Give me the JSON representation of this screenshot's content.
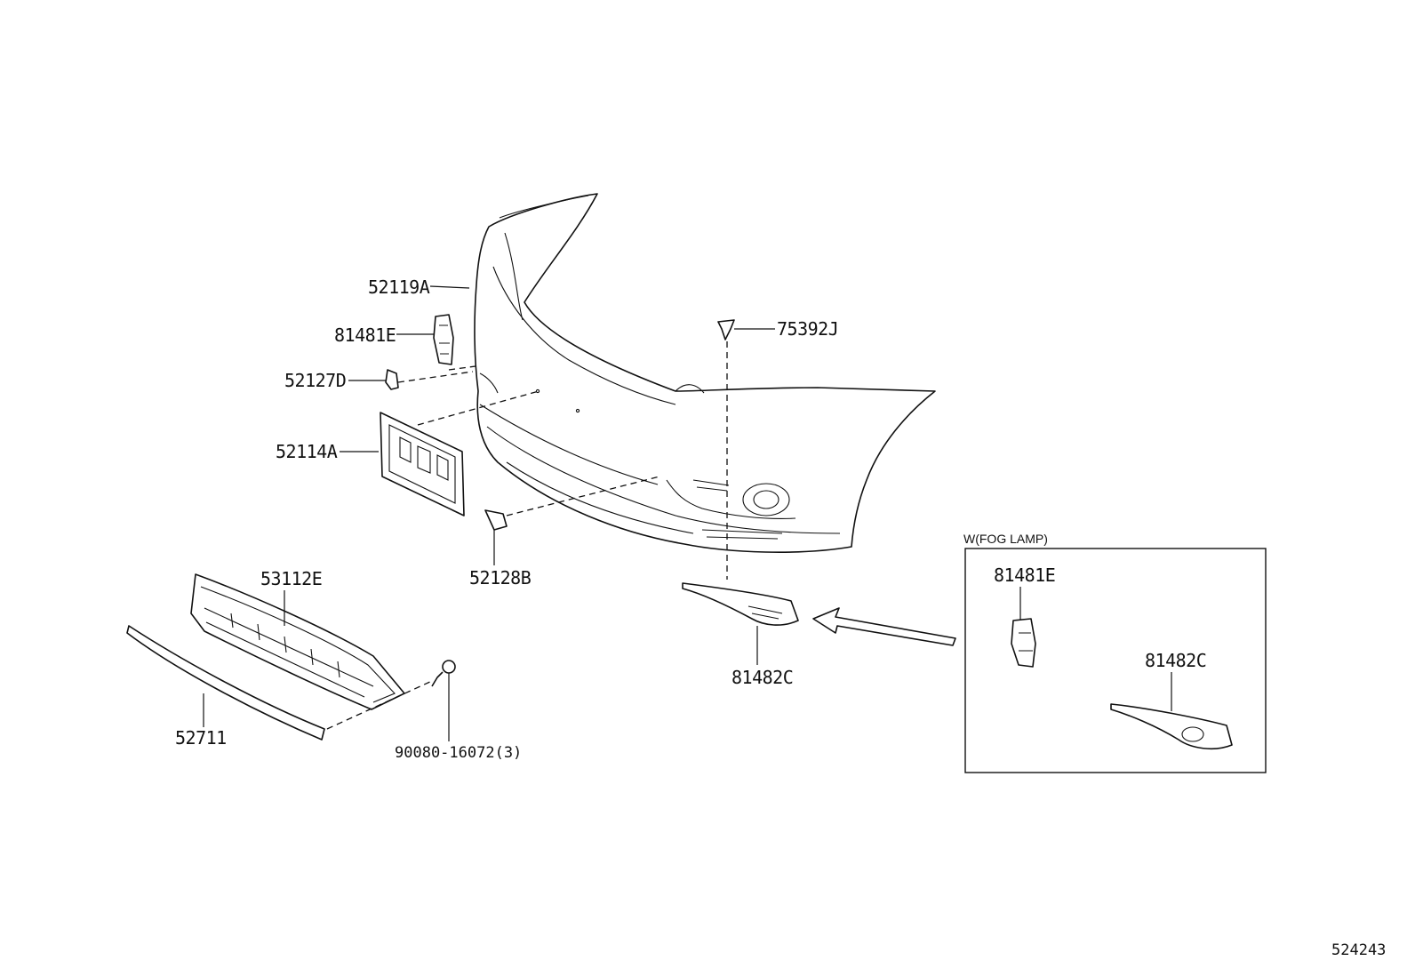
{
  "parts": {
    "p52119A": "52119A",
    "p81481E": "81481E",
    "p52127D": "52127D",
    "p52114A": "52114A",
    "p52128B": "52128B",
    "p53112E": "53112E",
    "p52711": "52711",
    "p90080": "90080-16072(3)",
    "p75392J": "75392J",
    "p81482C": "81482C"
  },
  "fog_lamp_box": {
    "title": "W(FOG LAMP)",
    "p81481E": "81481E",
    "p81482C": "81482C"
  },
  "figure_id": "524243"
}
